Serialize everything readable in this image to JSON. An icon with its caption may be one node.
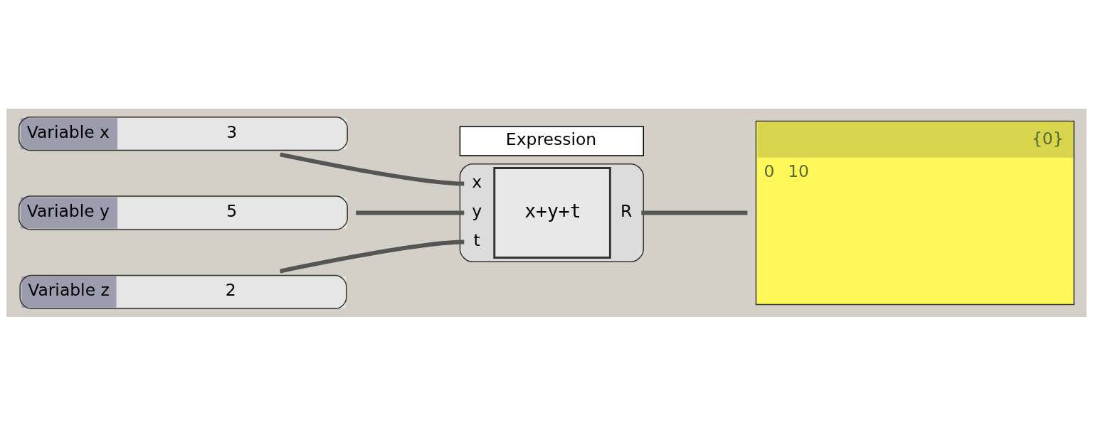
{
  "diagram": {
    "nodes": [
      {
        "text": [
          "Variable x",
          "3"
        ]
      },
      {
        "text": [
          "Variable y",
          "5"
        ]
      },
      {
        "text": [
          "Variable z",
          "2"
        ]
      },
      {
        "text": [
          "x",
          "y",
          "t",
          "x+y+t",
          "R"
        ],
        "beside": [
          "Expression"
        ]
      },
      {
        "text": [
          "{0}",
          "0",
          "10"
        ]
      }
    ],
    "edges": [
      {
        "from": 0,
        "to": 3,
        "arrow": "none"
      },
      {
        "from": 1,
        "to": 3,
        "arrow": "none"
      },
      {
        "from": 2,
        "to": 3,
        "arrow": "none"
      },
      {
        "from": 3,
        "to": 4,
        "arrow": "none"
      }
    ]
  }
}
